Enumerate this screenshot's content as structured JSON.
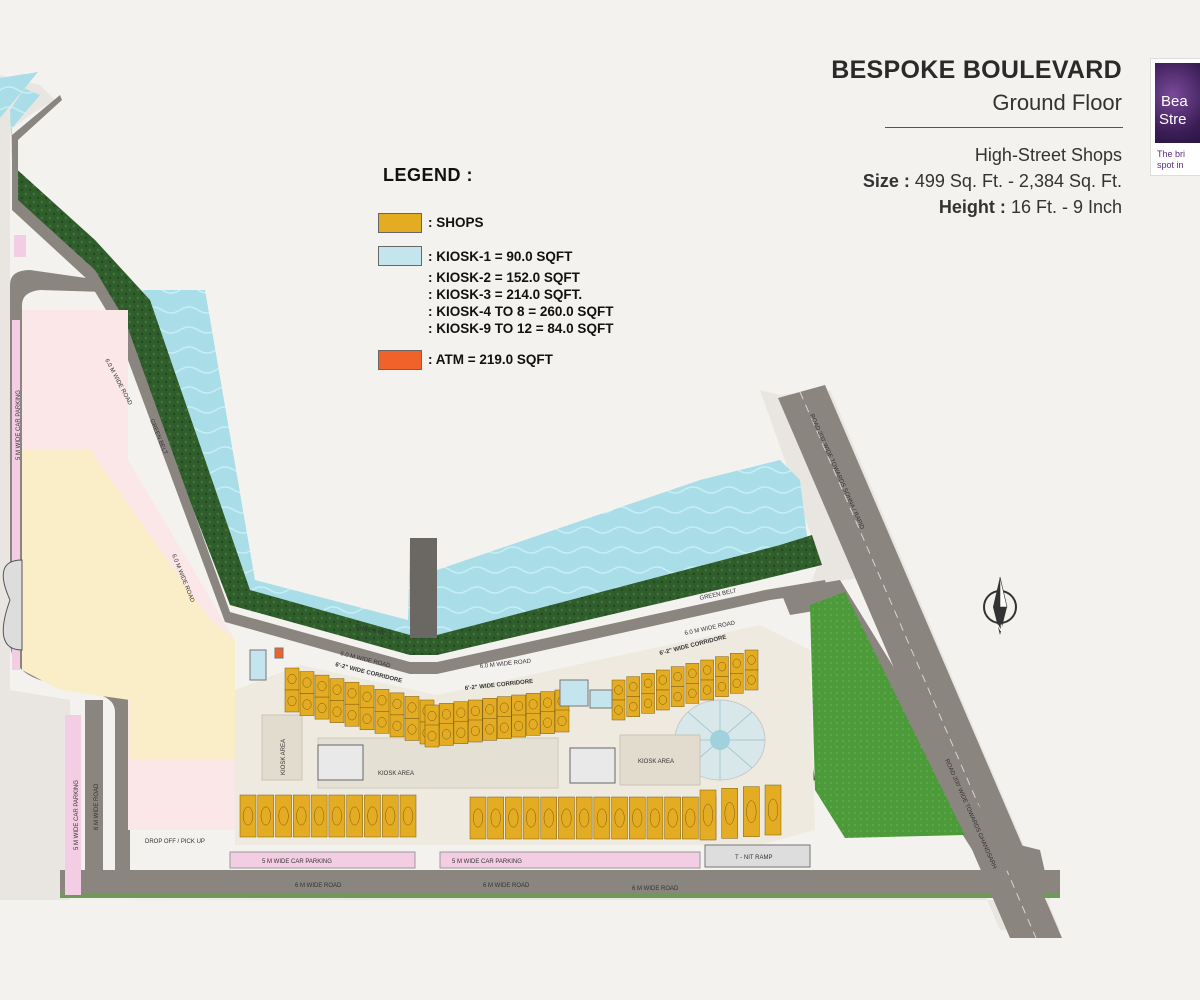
{
  "header": {
    "title": "BESPOKE BOULEVARD",
    "subtitle": "Ground Floor",
    "type": "High-Street Shops",
    "size_label": "Size :",
    "size_value": "499 Sq. Ft. - 2,384 Sq. Ft.",
    "height_label": "Height :",
    "height_value": "16 Ft. - 9 Inch"
  },
  "logo": {
    "line1": "Bea",
    "line2": "Stre",
    "tag1": "The bri",
    "tag2": "spot in"
  },
  "legend": {
    "title": "LEGEND :",
    "shops": ": SHOPS",
    "kiosk1": ": KIOSK-1 = 90.0 SQFT",
    "kiosk2": ": KIOSK-2 = 152.0 SQFT",
    "kiosk3": ": KIOSK-3 = 214.0 SQFT.",
    "kiosk4": ": KIOSK-4 TO 8 = 260.0 SQFT",
    "kiosk9": ": KIOSK-9 TO 12 = 84.0 SQFT",
    "atm": ":  ATM = 219.0 SQFT"
  },
  "colors": {
    "shops": "#e3ac23",
    "kiosk": "#c4e4ee",
    "atm": "#f0622a",
    "water": "#a9dde8",
    "green_belt": "#2f5d2b",
    "road": "#8b8580",
    "lawn": "#4c9a3a",
    "parking": "#f3cde3"
  },
  "map_labels": {
    "road_6m_a": "6.0 M WIDE ROAD",
    "road_6m_b": "6.0 M WIDE ROAD",
    "road_6m_c": "6.0 M WIDE ROAD",
    "road_6m_d": "6.0 M WIDE ROAD",
    "road_6m_e": "6.0 M WIDE ROAD",
    "green_belt_a": "GREEN BELT",
    "green_belt_b": "GREEN BELT",
    "green_belt_c": "GREEN BELT",
    "corridor_a": "6'-2\" WIDE CORRIDORE",
    "corridor_b": "6'-2\" WIDE CORRIDORE",
    "corridor_c": "6'-2\" WIDE CORRIDORE",
    "kiosk_area_a": "KIOSK AREA",
    "kiosk_area_b": "KIOSK AREA",
    "kiosk_area_c": "KIOSK AREA",
    "car_parking_a": "5 M WIDE CAR PARKING",
    "car_parking_b": "5 M WIDE CAR PARKING",
    "car_parking_c": "5 M WIDE CAR PARKING",
    "car_parking_d": "5 M WIDE CAR PARKING",
    "bottom_road_a": "6 M WIDE ROAD",
    "bottom_road_b": "6 M WIDE ROAD",
    "bottom_road_c": "6 M WIDE ROAD",
    "left_road": "6 M WIDE ROAD",
    "drop_off": "DROP OFF / PICK UP",
    "ramp": "T - NIT RAMP",
    "road_top": "ROAD 200' WIDE TOWARDS SOHNA / RAPID",
    "road_bottom": "ROAD 200' WIDE TOWARDS GHANDSARH",
    "compass": "N"
  }
}
